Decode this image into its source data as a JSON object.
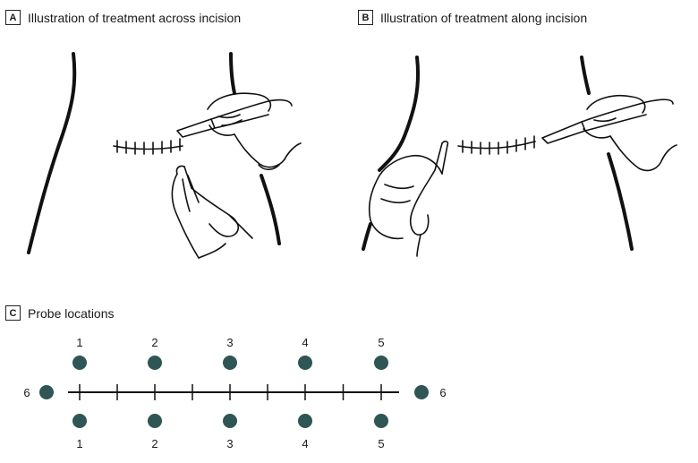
{
  "panels": {
    "a": {
      "letter": "A",
      "title": "Illustration of treatment across incision"
    },
    "b": {
      "letter": "B",
      "title": "Illustration of treatment along incision"
    },
    "c": {
      "letter": "C",
      "title": "Probe locations"
    }
  },
  "probes": {
    "top_labels": [
      "1",
      "2",
      "3",
      "4",
      "5"
    ],
    "bottom_labels": [
      "1",
      "2",
      "3",
      "4",
      "5"
    ],
    "side_label_left": "6",
    "side_label_right": "6",
    "dot_color": "#2f5555"
  }
}
